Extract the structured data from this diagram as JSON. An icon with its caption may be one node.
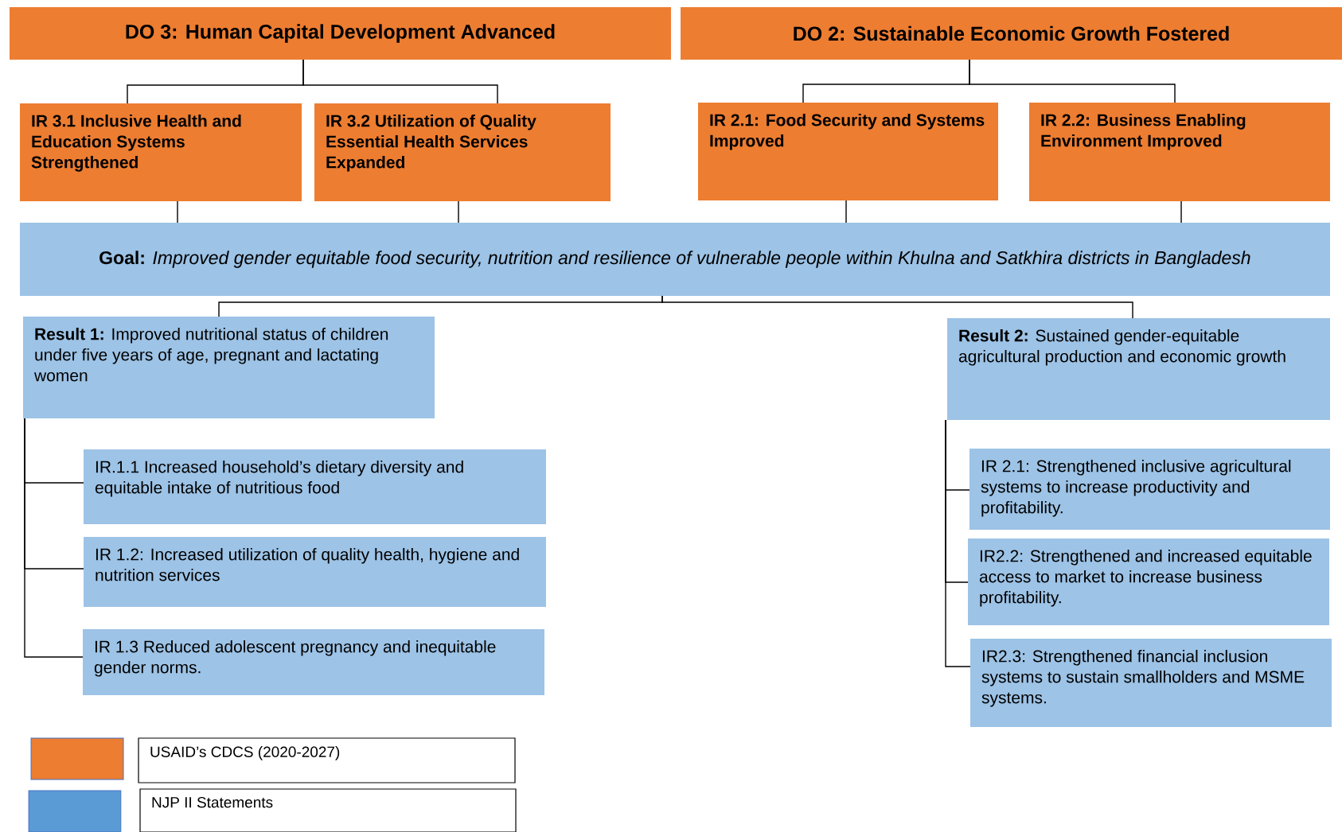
{
  "diagram": {
    "nodes": [
      {
        "text": [
          "DO 3: Human Capital Development Advanced"
        ]
      },
      {
        "text": [
          "DO 2: Sustainable Economic Growth Fostered"
        ]
      },
      {
        "text": [
          "IR 3.1 Inclusive Health and Education Systems Strengthened"
        ]
      },
      {
        "text": [
          "IR 3.2 Utilization of Quality Essential Health Services Expanded"
        ]
      },
      {
        "text": [
          "IR 2.1: Food Security and Systems Improved"
        ]
      },
      {
        "text": [
          "IR 2.2: Business Enabling Environment Improved"
        ]
      },
      {
        "text": [
          "**Goal:** *Improved gender equitable food security, nutrition and resilience of vulnerable people within Khulna and Satkhira districts in Bangladesh*"
        ]
      },
      {
        "text": [
          "**Result 1:** Improved nutritional status of children under five years of age, pregnant and lactating women"
        ]
      },
      {
        "text": [
          "**Result 2:** Sustained gender-equitable agricultural production and economic growth"
        ]
      },
      {
        "text": [
          "IR.1.1 Increased household’s dietary diversity and equitable intake of nutritious food"
        ]
      },
      {
        "text": [
          "IR 1.2: Increased utilization of quality health, hygiene and nutrition services"
        ]
      },
      {
        "text": [
          "IR 1.3 Reduced adolescent pregnancy and inequitable gender norms."
        ]
      },
      {
        "text": [
          "IR 2.1: Strengthened inclusive agricultural systems to increase productivity and profitability."
        ]
      },
      {
        "text": [
          "IR2.2: Strengthened and increased equitable access to market to increase business profitability."
        ]
      },
      {
        "text": [
          "IR2.3: Strengthened financial inclusion systems to sustain smallholders and MSME systems."
        ]
      }
    ],
    "edges": [
      {
        "from": 0,
        "to": 2,
        "arrow": "none"
      },
      {
        "from": 0,
        "to": 3,
        "arrow": "none"
      },
      {
        "from": 1,
        "to": 4,
        "arrow": "none"
      },
      {
        "from": 1,
        "to": 5,
        "arrow": "none"
      },
      {
        "from": 2,
        "to": 6,
        "arrow": "none"
      },
      {
        "from": 3,
        "to": 6,
        "arrow": "none"
      },
      {
        "from": 4,
        "to": 6,
        "arrow": "none"
      },
      {
        "from": 5,
        "to": 6,
        "arrow": "none"
      },
      {
        "from": 6,
        "to": 7,
        "arrow": "none"
      },
      {
        "from": 6,
        "to": 8,
        "arrow": "none"
      },
      {
        "from": 7,
        "to": 9,
        "arrow": "none"
      },
      {
        "from": 7,
        "to": 10,
        "arrow": "none"
      },
      {
        "from": 7,
        "to": 11,
        "arrow": "none"
      },
      {
        "from": 8,
        "to": 12,
        "arrow": "none"
      },
      {
        "from": 8,
        "to": 13,
        "arrow": "none"
      },
      {
        "from": 8,
        "to": 14,
        "arrow": "none"
      }
    ],
    "legend": [
      {
        "text": "USAID’s CDCS (2020-2027)",
        "color": "#ed7d31"
      },
      {
        "text": "NJP II Statements",
        "color": "#5b9bd5"
      }
    ]
  }
}
